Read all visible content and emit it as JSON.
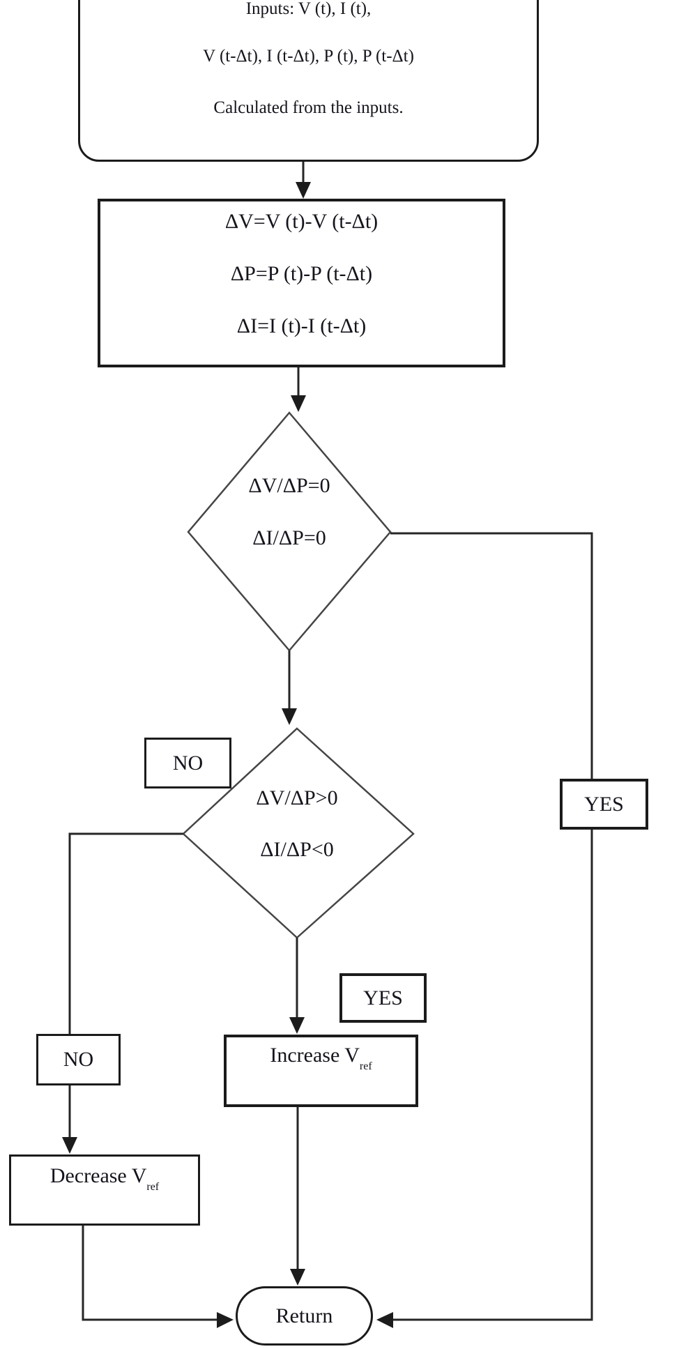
{
  "flowchart": {
    "background": "#ffffff",
    "line_color": "#262626",
    "diamond_stroke": "#454545",
    "text_color": "#14141c",
    "nodes": {
      "inputs": {
        "type": "terminator",
        "lines": [
          "Inputs: V (t), I (t),",
          "V (t-Δt), I (t-Δt), P (t), P (t-Δt)",
          "Calculated from the inputs."
        ]
      },
      "calculations": {
        "type": "process",
        "lines": [
          "ΔV=V (t)-V (t-Δt)",
          "ΔP=P (t)-P (t-Δt)",
          "ΔI=I (t)-I (t-Δt)"
        ]
      },
      "decision1": {
        "type": "decision",
        "lines": [
          "ΔV/ΔP=0",
          "ΔI/ΔP=0"
        ]
      },
      "decision2": {
        "type": "decision",
        "lines": [
          "ΔV/ΔP>0",
          "ΔI/ΔP<0"
        ]
      },
      "increase": {
        "type": "process",
        "label": "Increase V",
        "subscript": "ref"
      },
      "decrease": {
        "type": "process",
        "label": "Decrease V",
        "subscript": "ref"
      },
      "return": {
        "type": "terminator",
        "label": "Return"
      }
    },
    "labels": {
      "decision1_yes": "YES",
      "decision1_no": "NO",
      "decision2_yes": "YES",
      "decision2_no": "NO"
    },
    "edges": [
      {
        "from": "inputs",
        "to": "calculations",
        "label": ""
      },
      {
        "from": "calculations",
        "to": "decision1",
        "label": ""
      },
      {
        "from": "decision1",
        "to": "return",
        "label": "YES"
      },
      {
        "from": "decision1",
        "to": "decision2",
        "label": "NO"
      },
      {
        "from": "decision2",
        "to": "increase",
        "label": "YES"
      },
      {
        "from": "decision2",
        "to": "decrease",
        "label": "NO"
      },
      {
        "from": "increase",
        "to": "return",
        "label": ""
      },
      {
        "from": "decrease",
        "to": "return",
        "label": ""
      }
    ]
  }
}
